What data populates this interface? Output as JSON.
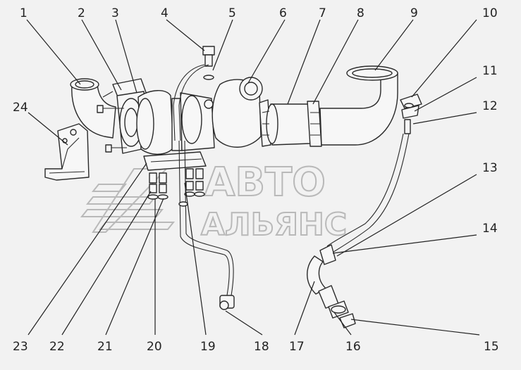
{
  "callouts": [
    {
      "n": "1"
    },
    {
      "n": "2"
    },
    {
      "n": "3"
    },
    {
      "n": "4"
    },
    {
      "n": "5"
    },
    {
      "n": "6"
    },
    {
      "n": "7"
    },
    {
      "n": "8"
    },
    {
      "n": "9"
    },
    {
      "n": "10"
    },
    {
      "n": "11"
    },
    {
      "n": "12"
    },
    {
      "n": "13"
    },
    {
      "n": "14"
    },
    {
      "n": "15"
    },
    {
      "n": "16"
    },
    {
      "n": "17"
    },
    {
      "n": "18"
    },
    {
      "n": "19"
    },
    {
      "n": "20"
    },
    {
      "n": "21"
    },
    {
      "n": "22"
    },
    {
      "n": "23"
    },
    {
      "n": "24"
    }
  ],
  "watermark": {
    "line1": "АВТО",
    "line2": "АЛЬЯНС"
  }
}
